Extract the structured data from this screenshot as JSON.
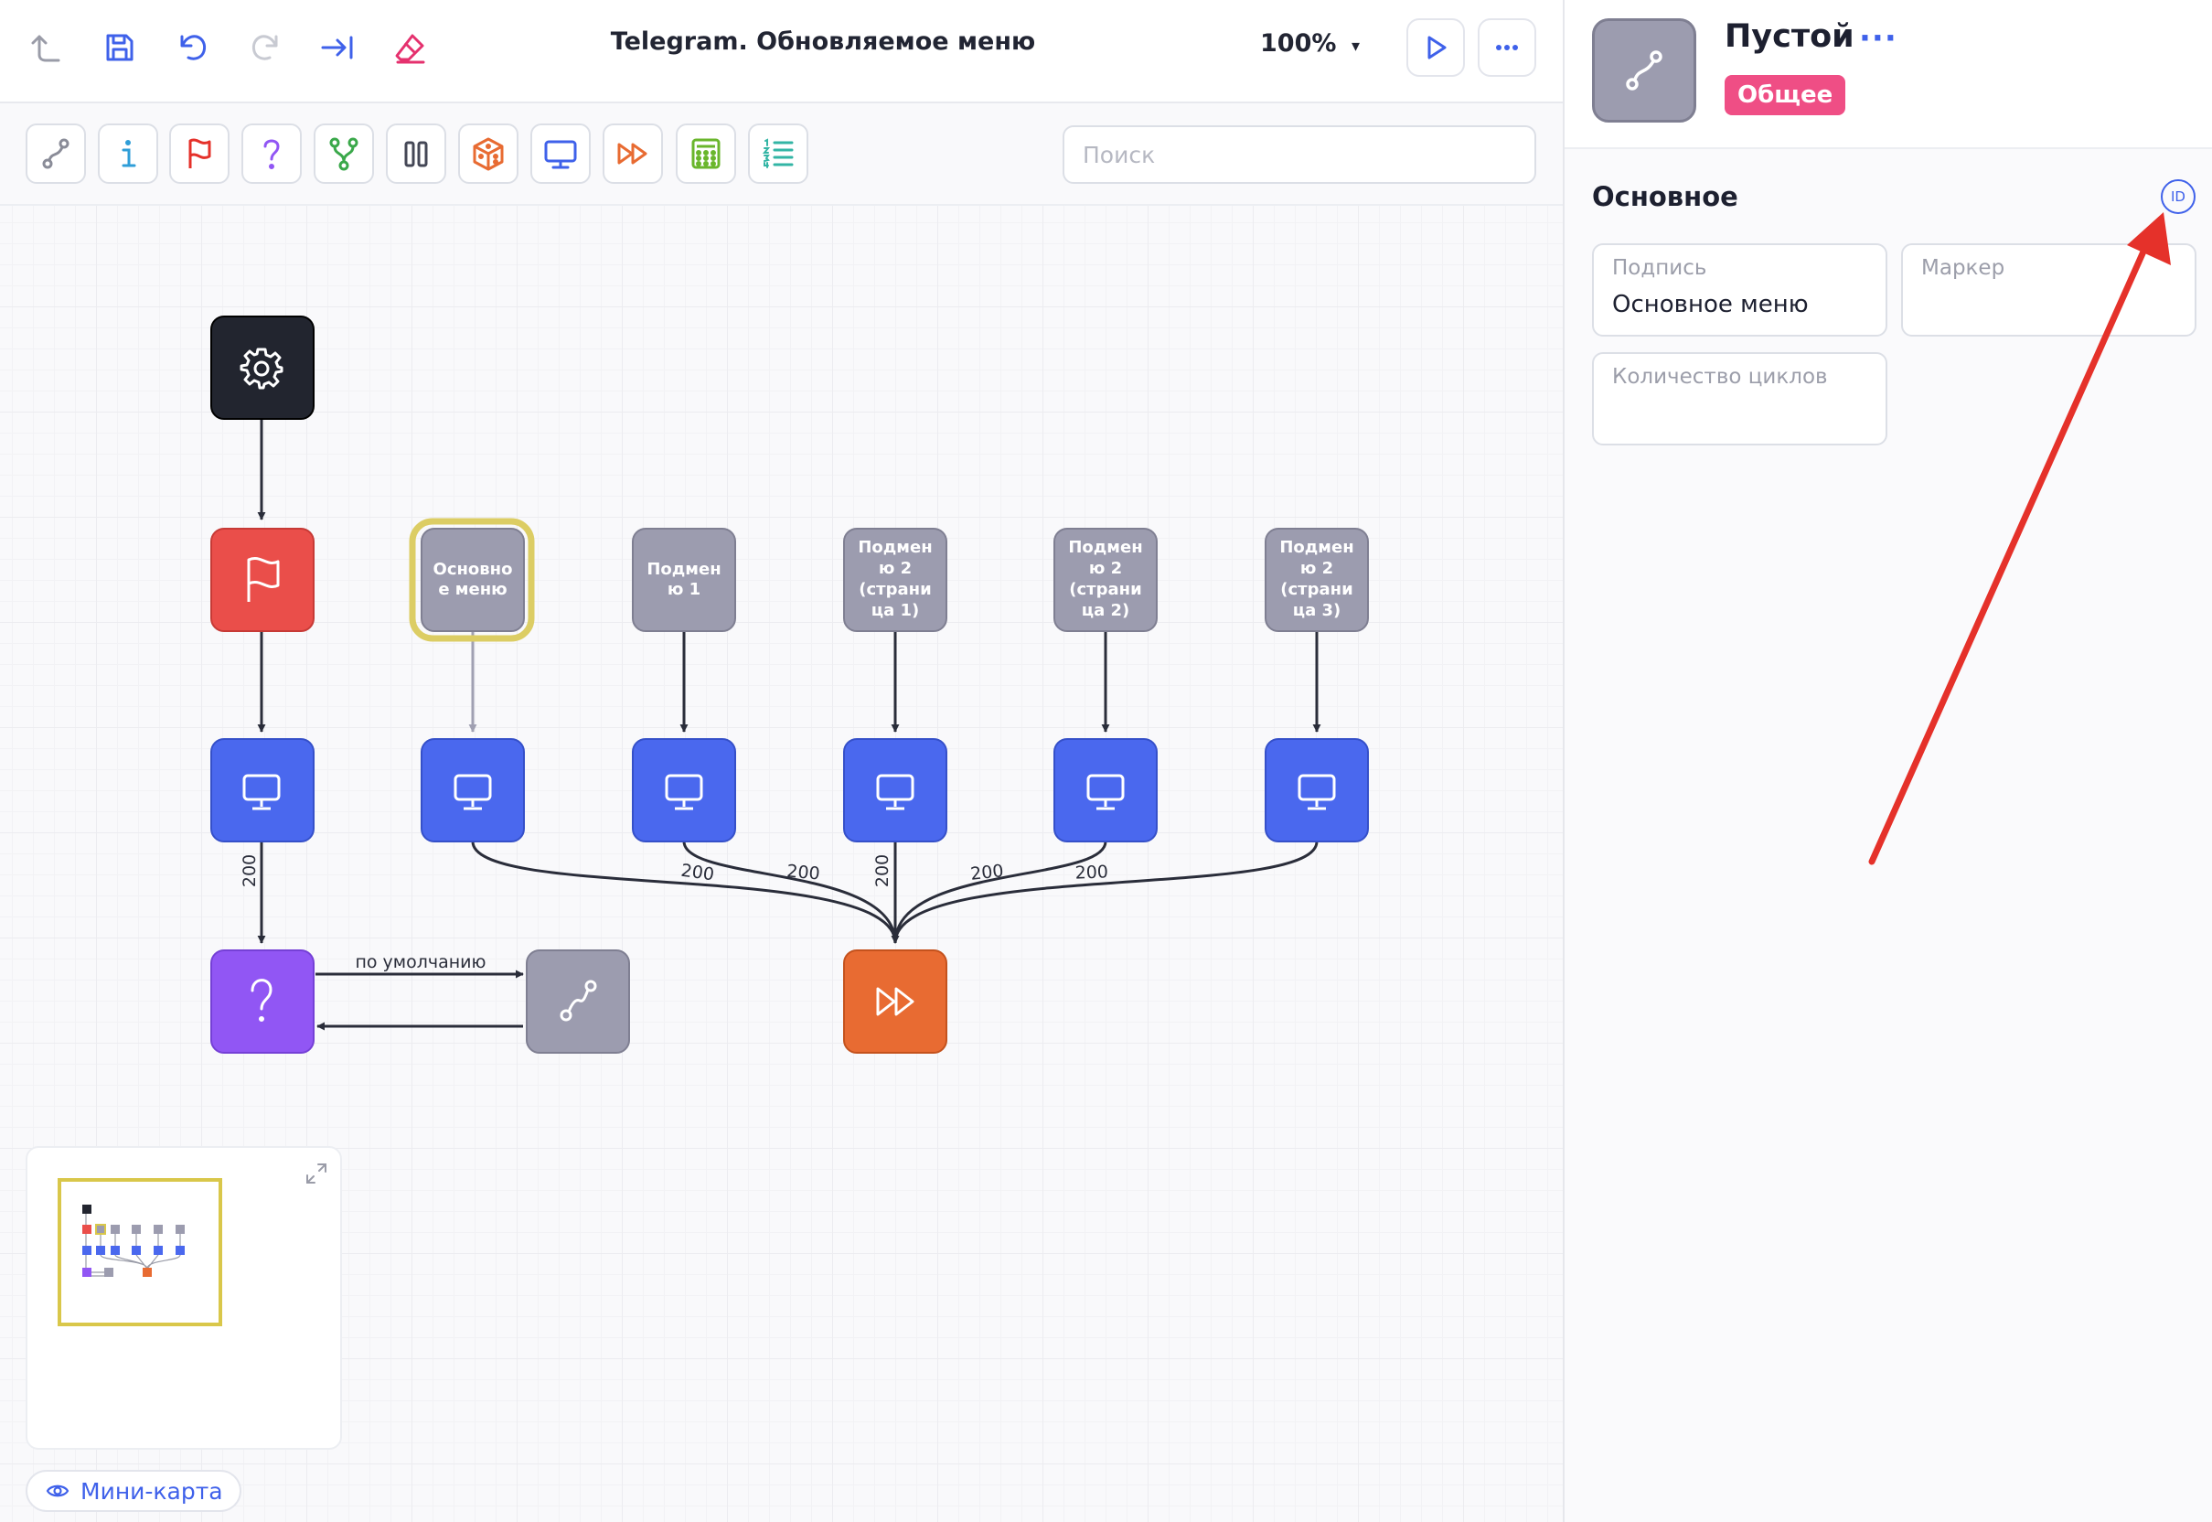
{
  "toolbar": {
    "title": "Telegram. Обновляемое меню",
    "zoom": "100%",
    "zoom_caret": "▾",
    "search_placeholder": "Поиск",
    "icons": [
      "arrow-up-left-icon",
      "save-icon",
      "undo-icon",
      "redo-icon",
      "arrow-to-right-icon",
      "eraser-icon"
    ],
    "block_tools": [
      "empty-block-tool",
      "info-block-tool",
      "start-flag-tool",
      "question-block-tool",
      "fork-block-tool",
      "pause-block-tool",
      "random-dice-tool",
      "screen-block-tool",
      "skip-forward-tool",
      "calculator-tool",
      "list-tool"
    ]
  },
  "diagram": {
    "nodes": {
      "settings": "",
      "start": "",
      "main_menu": "Основно е меню",
      "submenu_1": "Подмен ю 1",
      "submenu_2_p1": "Подмен ю 2 (страни ца 1)",
      "submenu_2_p2": "Подмен ю 2 (страни ца 2)",
      "submenu_2_p3": "Подмен ю 2 (страни ца 3)"
    },
    "edge_labels": {
      "e1": "200",
      "e2": "200",
      "e3": "200",
      "e4": "200",
      "e5": "200",
      "e6": "200",
      "default": "по умолчанию"
    }
  },
  "minimap": {
    "toggle_label": "Мини-карта"
  },
  "panel": {
    "block_title": "Пустой",
    "more": "···",
    "tag": "Общее",
    "section_title": "Основное",
    "id_button": "ID",
    "fields": {
      "caption_label": "Подпись",
      "caption_value": "Основное меню",
      "marker_label": "Маркер",
      "marker_value": "",
      "cycles_label": "Количество циклов",
      "cycles_value": ""
    }
  },
  "colors": {
    "accent_blue": "#3f61ea",
    "screen_node": "#4a68ee",
    "start_red": "#ea4e4a",
    "question_purple": "#9156f4",
    "skip_orange": "#e86b32",
    "empty_gray": "#9c9caf",
    "tag_pink": "#ef4e85",
    "highlight_yellow": "#dccd64",
    "annotation_red": "#e5312a"
  }
}
